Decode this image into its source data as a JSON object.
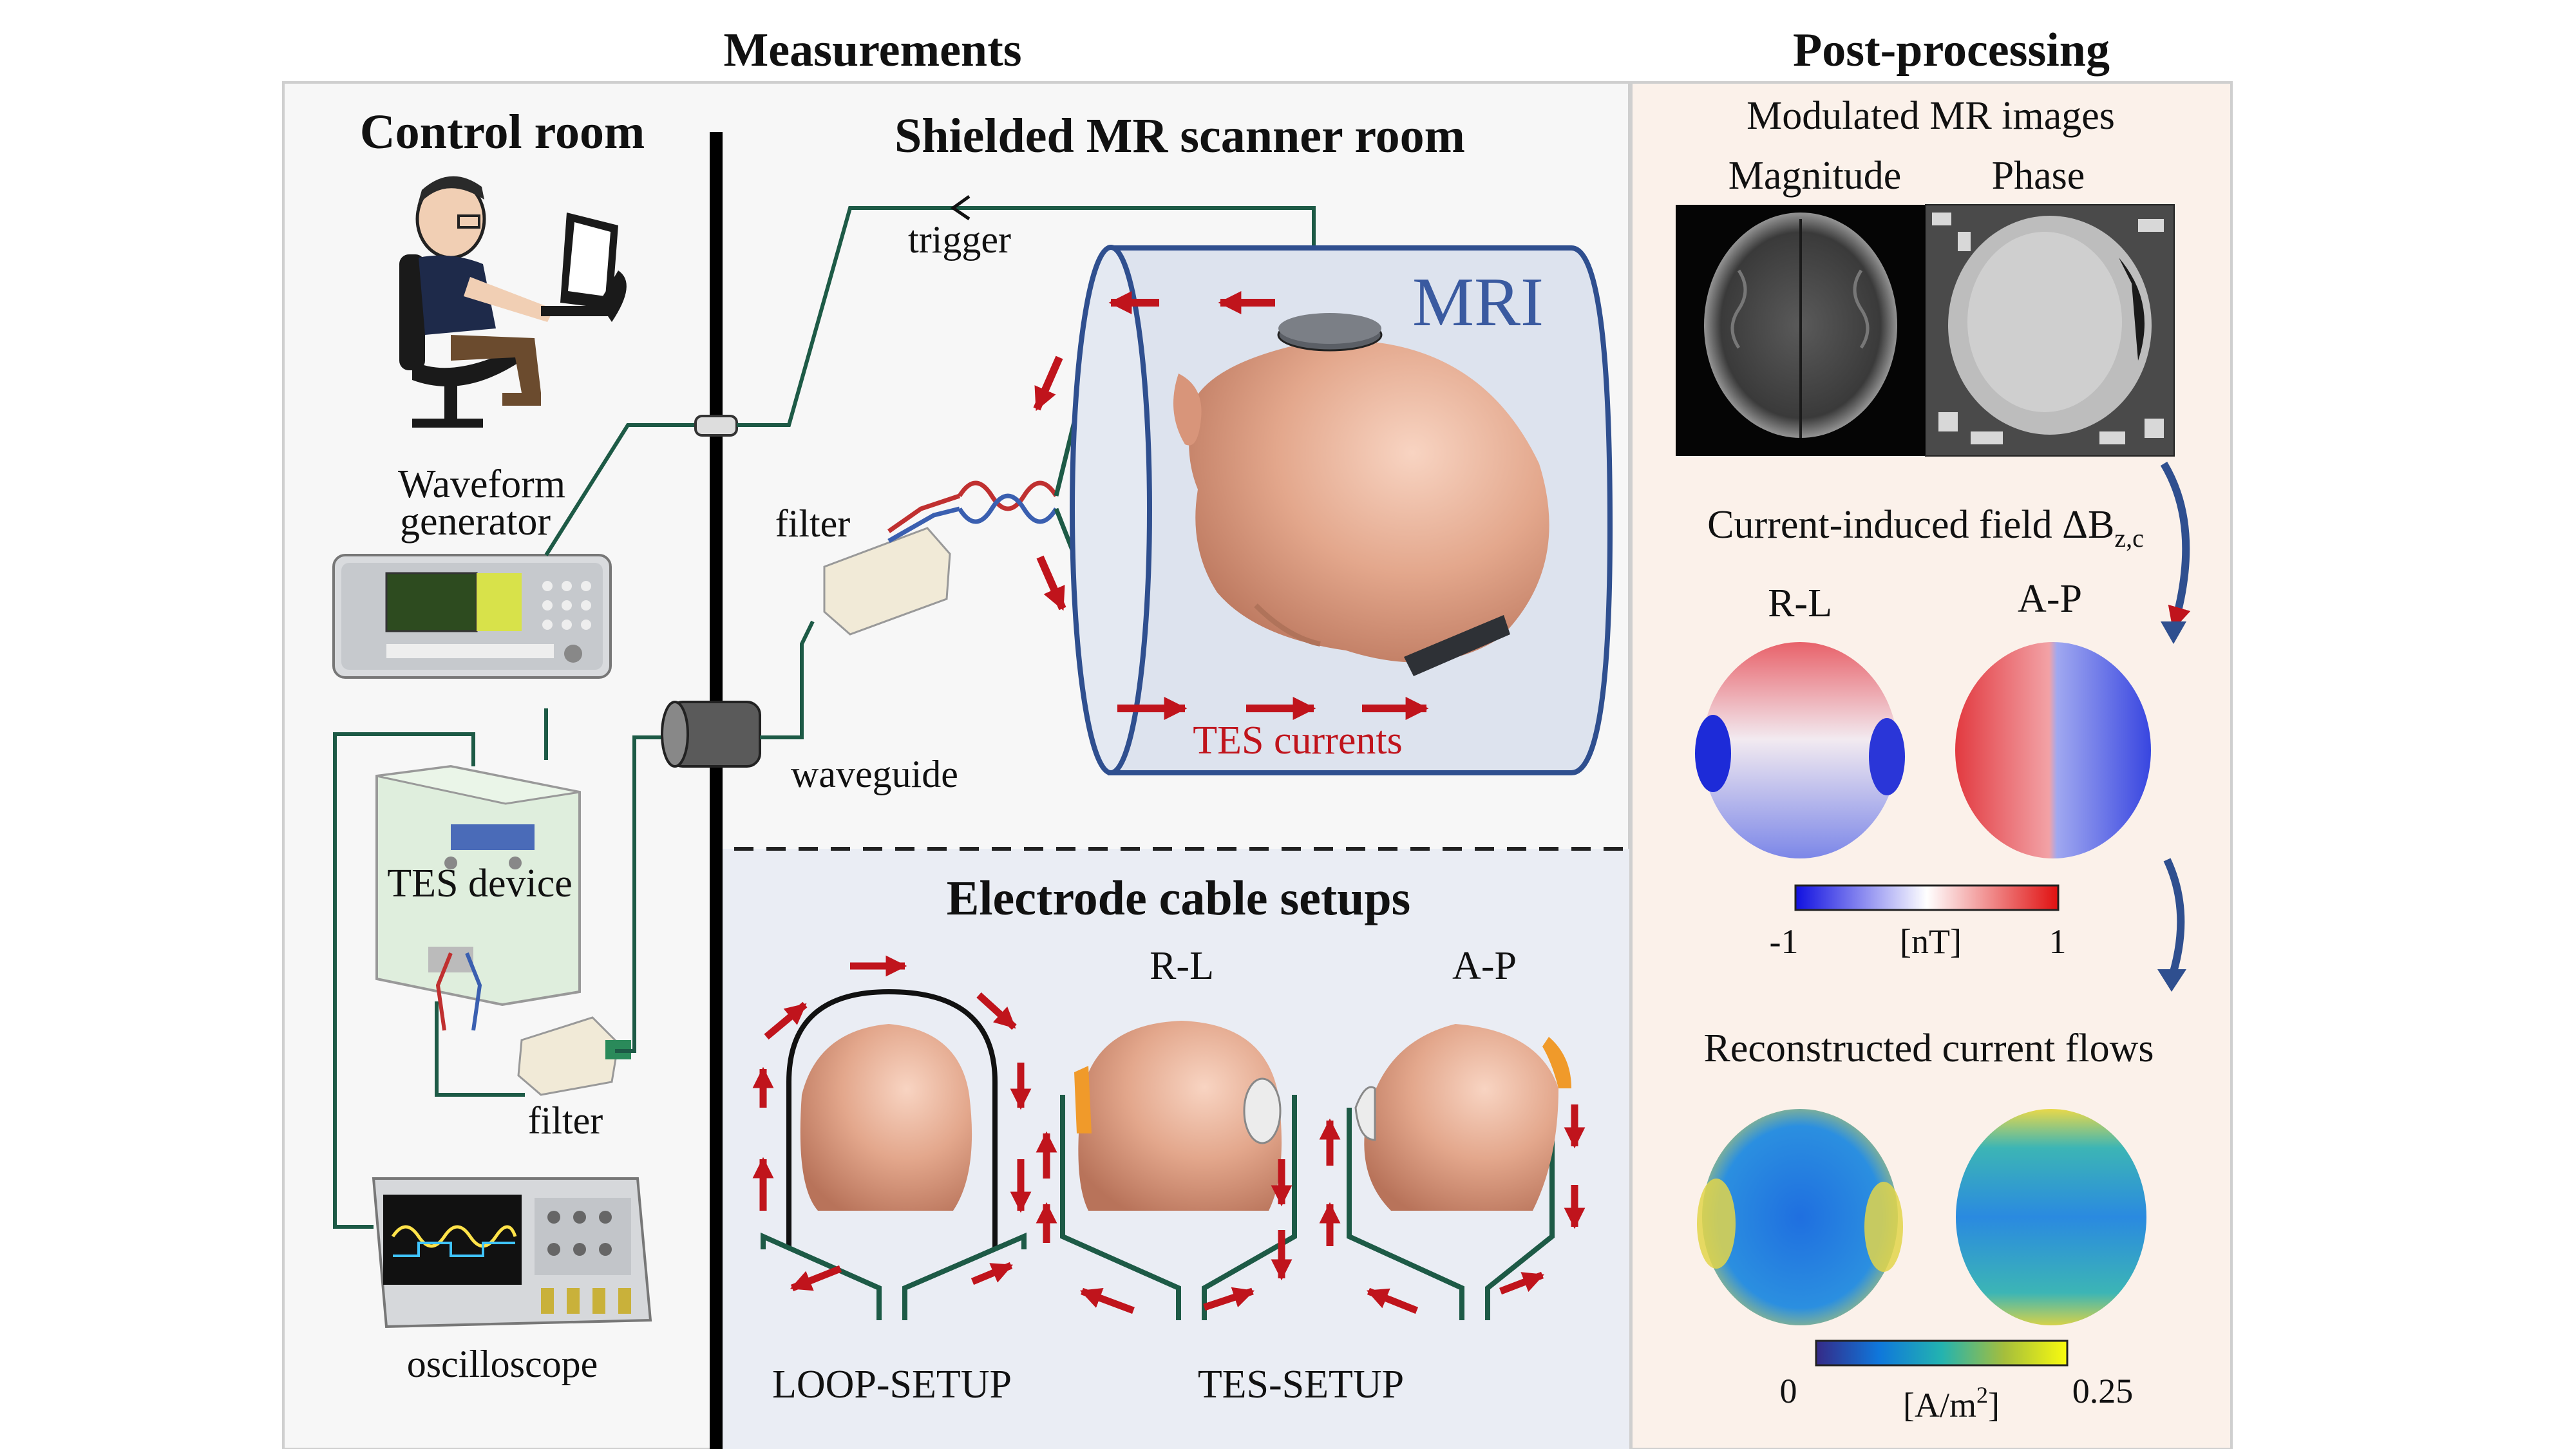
{
  "headings": {
    "measurements": "Measurements",
    "post_processing": "Post-processing"
  },
  "control_room": {
    "title": "Control room",
    "waveform_line1": "Waveform",
    "waveform_line2": "generator",
    "tes_device": "TES device",
    "filter": "filter",
    "oscilloscope": "oscilloscope"
  },
  "scanner_room": {
    "title": "Shielded MR scanner room",
    "trigger": "trigger",
    "filter": "filter",
    "waveguide": "waveguide",
    "mri": "MRI",
    "tes_currents": "TES currents"
  },
  "electrode_setups": {
    "title": "Electrode cable setups",
    "rl": "R-L",
    "ap": "A-P",
    "loop_setup": "LOOP-SETUP",
    "tes_setup": "TES-SETUP"
  },
  "post": {
    "images_title": "Modulated MR images",
    "magnitude": "Magnitude",
    "phase": "Phase",
    "field_title_main": "Current-induced field ΔB",
    "field_title_sub": "z,c",
    "rl": "R-L",
    "ap": "A-P",
    "field_colorbar": {
      "min": "-1",
      "unit": "[nT]",
      "max": "1"
    },
    "flow_title": "Reconstructed current flows",
    "flow_colorbar": {
      "min": "0",
      "unit": "[A/m",
      "unit_sup": "2",
      "unit_end": "]",
      "max": "0.25"
    }
  },
  "colors": {
    "wire": "#1d5a46",
    "arrow": "#c0141c",
    "mri_bore": "#2f4f8f",
    "skin": "#e3a78c",
    "panel_left": "#f7f7f7",
    "panel_setups": "#eaedf4",
    "panel_post": "#fbf1ea"
  },
  "icons": [
    "operator-at-computer-icon",
    "waveform-generator-icon",
    "tes-device-icon",
    "filter-box-icon",
    "oscilloscope-icon",
    "waveguide-icon",
    "head-model-icon",
    "electrode-icon"
  ]
}
